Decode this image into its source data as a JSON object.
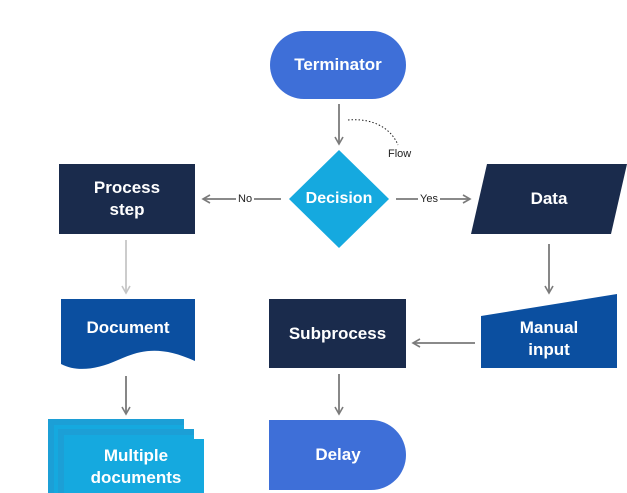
{
  "colors": {
    "navy": "#1a2b4c",
    "blue": "#0b4fa0",
    "bright_blue": "#3e6fd8",
    "cyan": "#15a9df",
    "arrow_gray": "#7a7a7a",
    "arrow_light": "#c6c6c6"
  },
  "nodes": {
    "terminator": "Terminator",
    "decision": "Decision",
    "process": "Process step",
    "data": "Data",
    "document": "Document",
    "subprocess": "Subprocess",
    "manual_input": "Manual input",
    "multiple_documents": "Multiple documents",
    "delay": "Delay"
  },
  "edge_labels": {
    "no": "No",
    "yes": "Yes",
    "flow": "Flow"
  }
}
